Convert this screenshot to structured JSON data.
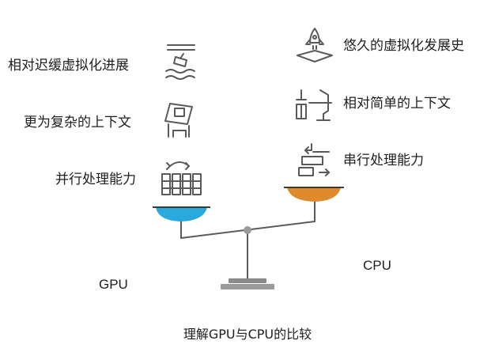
{
  "title": "理解GPU与CPU的比较",
  "gpu": {
    "label": "GPU",
    "accent": "#29a9dc",
    "features": [
      {
        "text": "相对迟缓虚拟化进展",
        "icon": "sinking-ship-icon"
      },
      {
        "text": "更为复杂的上下文",
        "icon": "drafting-table-icon"
      },
      {
        "text": "并行处理能力",
        "icon": "parallel-grid-icon"
      }
    ]
  },
  "cpu": {
    "label": "CPU",
    "accent": "#e08a2e",
    "features": [
      {
        "text": "悠久的虚拟化发展史",
        "icon": "rocket-launch-icon"
      },
      {
        "text": "相对简单的上下文",
        "icon": "simple-desk-icon"
      },
      {
        "text": "串行处理能力",
        "icon": "serial-steps-icon"
      }
    ]
  },
  "colors": {
    "line": "#5a5a5a",
    "scale_base": "#8a8a8a"
  }
}
